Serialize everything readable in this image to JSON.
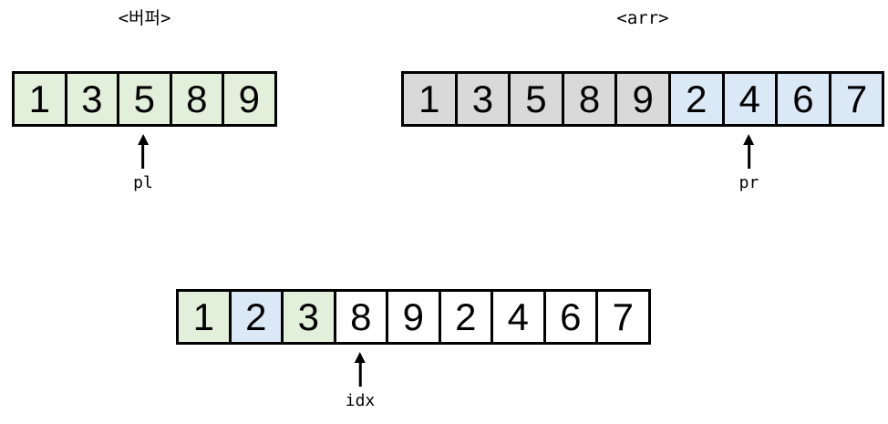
{
  "colors": {
    "green": "#e2efda",
    "blue": "#dbe8f6",
    "gray": "#d9d9d9",
    "white": "#ffffff",
    "border": "#000000"
  },
  "buffer": {
    "title": "<버퍼>",
    "cells": [
      {
        "value": "1",
        "color": "green"
      },
      {
        "value": "3",
        "color": "green"
      },
      {
        "value": "5",
        "color": "green"
      },
      {
        "value": "8",
        "color": "green"
      },
      {
        "value": "9",
        "color": "green"
      }
    ],
    "pointer": {
      "label": "pl",
      "index": 2
    }
  },
  "arr": {
    "title": "<arr>",
    "cells": [
      {
        "value": "1",
        "color": "gray"
      },
      {
        "value": "3",
        "color": "gray"
      },
      {
        "value": "5",
        "color": "gray"
      },
      {
        "value": "8",
        "color": "gray"
      },
      {
        "value": "9",
        "color": "gray"
      },
      {
        "value": "2",
        "color": "blue"
      },
      {
        "value": "4",
        "color": "blue"
      },
      {
        "value": "6",
        "color": "blue"
      },
      {
        "value": "7",
        "color": "blue"
      }
    ],
    "pointer": {
      "label": "pr",
      "index": 6
    }
  },
  "merged": {
    "cells": [
      {
        "value": "1",
        "color": "green"
      },
      {
        "value": "2",
        "color": "blue"
      },
      {
        "value": "3",
        "color": "green"
      },
      {
        "value": "8",
        "color": "white"
      },
      {
        "value": "9",
        "color": "white"
      },
      {
        "value": "2",
        "color": "white"
      },
      {
        "value": "4",
        "color": "white"
      },
      {
        "value": "6",
        "color": "white"
      },
      {
        "value": "7",
        "color": "white"
      }
    ],
    "pointer": {
      "label": "idx",
      "index": 3
    }
  }
}
